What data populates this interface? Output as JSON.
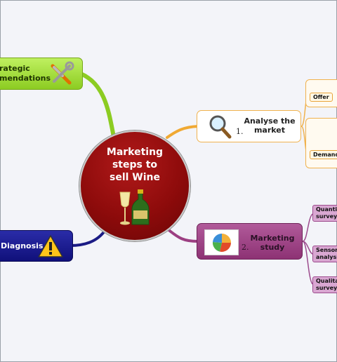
{
  "center": {
    "title": "Marketing\nsteps to\nsell Wine"
  },
  "branches": {
    "strategic": {
      "label": "rategic\nmendations",
      "icon": "tools-icon"
    },
    "diagnosis": {
      "label": "Diagnosis",
      "icon": "warning-icon"
    },
    "analyse": {
      "label": "Analyse the\nmarket",
      "number": "1.",
      "icon": "magnifier-icon"
    },
    "study": {
      "label": "Marketing\nstudy",
      "number": "2.",
      "icon": "pie-chart-icon"
    }
  },
  "subtopics": {
    "offer": "Offer",
    "demand": "Demand",
    "quantitative": "Quanti\nsurvey",
    "sensory": "Sensor\nanalysi",
    "qualitative": "Qualita\nsurvey"
  },
  "colors": {
    "strategic": "#8ccc22",
    "diagnosis": "#10107a",
    "analyse": "#f0b24e",
    "study": "#8d3274",
    "center": "#8e0b0b"
  }
}
